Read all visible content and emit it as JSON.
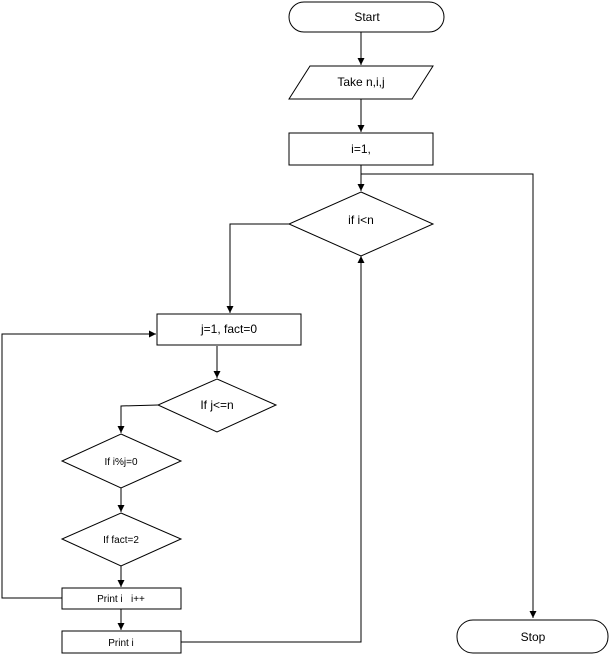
{
  "nodes": {
    "start": "Start",
    "input": "Take n,i,j",
    "init_i": "i=1,",
    "cond_i": "if i<n",
    "init_j": "j=1, fact=0",
    "cond_j": "If j<=n",
    "cond_mod": "If i%j=0",
    "cond_fact": "If fact=2",
    "print_inc": "Print i   i++",
    "print_i": "Print i",
    "stop": "Stop"
  }
}
